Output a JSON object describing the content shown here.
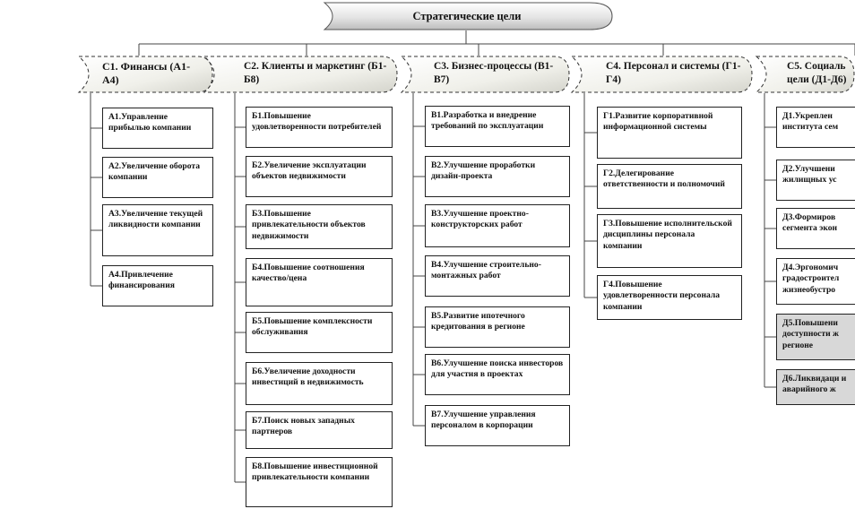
{
  "diagram": {
    "root": "Стратегические цели",
    "columns": [
      {
        "header": "С1. Финансы (А1-А4)",
        "items": [
          "А1.Управление прибылью компании",
          "А2.Увеличение оборота компании",
          "А3.Увеличение текущей ликвидности компании",
          "А4.Привлечение финансирования"
        ]
      },
      {
        "header": "С2. Клиенты и маркетинг (Б1-Б8)",
        "items": [
          "Б1.Повышение удовлетворенности потребителей",
          "Б2.Увеличение эксплуатации объектов недвижимости",
          "Б3.Повышение привлекательности объектов недвижимости",
          "Б4.Повышение соотношения качество/цена",
          "Б5.Повышение комплексности обслуживания",
          "Б6.Увеличение доходности инвестиций в недвижимость",
          "Б7.Поиск новых западных партнеров",
          "Б8.Повышение инвестиционной привлекательности компании"
        ]
      },
      {
        "header": "С3. Бизнес-процессы (В1-В7)",
        "items": [
          "В1.Разработка и внедрение требований по эксплуатации",
          "В2.Улучшение проработки дизайн-проекта",
          "В3.Улучшение проектно-конструкторских работ",
          "В4.Улучшение строительно-монтажных работ",
          "В5.Развитие ипотечного кредитования в регионе",
          "В6.Улучшение поиска инвесторов для участия в проектах",
          "В7.Улучшение управления персоналом в корпорации"
        ]
      },
      {
        "header": "С4. Персонал и системы (Г1-Г4)",
        "items": [
          "Г1.Развитие корпоративной информационной системы",
          "Г2.Делегирование ответственности и полномочий",
          "Г3.Повышение исполнительской дисциплины персонала компании",
          "Г4.Повышение удовлетворенности персонала компании"
        ]
      },
      {
        "header": "С5. Социаль цели (Д1-Д6)",
        "items": [
          "Д1.Укреплен института сем",
          "Д2.Улучшени жилищных ус",
          "Д3.Формиров сегмента экон",
          "Д4.Эргономич градостроител жизнеобустро",
          "Д5.Повышени доступности ж регионе",
          "Д6.Ликвидаци и аварийного ж"
        ]
      }
    ]
  }
}
